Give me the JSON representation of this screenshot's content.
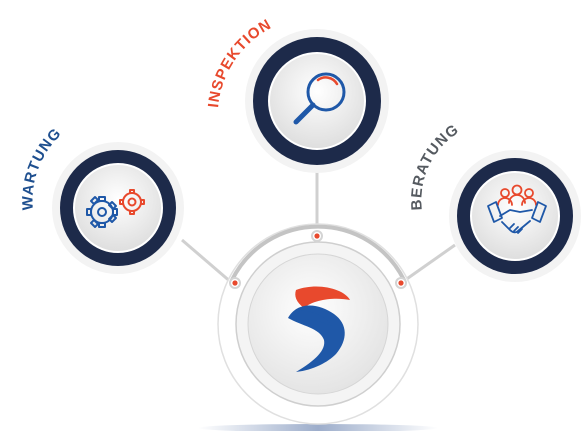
{
  "labels": {
    "wartung": "WARTUNG",
    "inspektion": "INSPEKTION",
    "beratung": "BERATUNG"
  },
  "nodes": [
    {
      "id": "wartung",
      "label": "WARTUNG",
      "icon": "gears-icon",
      "label_color": "#1e4f8f"
    },
    {
      "id": "inspektion",
      "label": "INSPEKTION",
      "icon": "magnifier-icon",
      "label_color": "#e8492d"
    },
    {
      "id": "beratung",
      "label": "BERATUNG",
      "icon": "handshake-team-icon",
      "label_color": "#555a60"
    }
  ],
  "center": {
    "icon": "brand-s-logo"
  },
  "colors": {
    "navy": "#1d2a4a",
    "accent_red": "#e8492d",
    "brand_blue": "#1f58a8",
    "ring_gray": "#bdbdbd",
    "connector_gray": "#d0d0d0"
  }
}
